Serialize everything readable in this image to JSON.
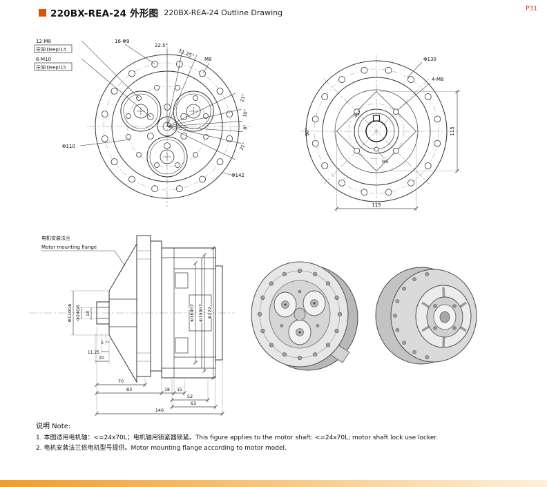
{
  "page": {
    "page_no": "P31",
    "accent_color": "#d9530b",
    "page_no_color": "#e02b20",
    "header": {
      "title_cn": "220BX-REA-24 外形图",
      "title_en": "220BX-REA-24 Outline Drawing"
    },
    "notes": {
      "heading": "说明 Note:",
      "line1": "1. 本图适用电机轴：<=24x70L；电机轴用锁紧器锁紧。This figure applies to the motor shaft: <=24x70L; motor shaft lock use locker.",
      "line2": "2. 电机安装法兰依电机型号提供。Motor mounting flange according to motor model."
    }
  },
  "front_view": {
    "labels": {
      "bolts12": "12-M8",
      "deep13": "牙深(Deep)13",
      "bolts6": "6-M10",
      "deep15": "牙深(Deep)15",
      "holes16": "16-Φ9",
      "angle_22_5": "22.5°",
      "angle_11_25": "11.25°",
      "m8": "M8",
      "dia110": "Φ110",
      "dia142": "Φ142",
      "angle_21_a": "21°",
      "angle_10": "10°",
      "angle_8": "8°",
      "angle_21_b": "21°"
    }
  },
  "rear_view": {
    "labels": {
      "dia130": "Φ130",
      "bolts4": "4-M8",
      "dim115_right": "115",
      "dim115_bottom": "115",
      "angle_90": "90°",
      "angle_45": "45°",
      "m5": "M5"
    }
  },
  "section_view": {
    "flange_cn": "电机安装法兰",
    "flange_en": "Motor mounting flange",
    "labels": {
      "dia110g6": "Φ110G6",
      "dia24g6": "Φ24G6",
      "dim18_side": "18",
      "dim5": "5",
      "dim11_25": "11.25",
      "dim20": "20",
      "dim70": "70",
      "dim83": "83",
      "dim18": "18",
      "dim15": "15",
      "dim52": "52",
      "dim63": "63",
      "dim146": "146",
      "dia160": "Φ160h7",
      "dia190": "Φ190h7",
      "dia222": "Φ222"
    }
  }
}
